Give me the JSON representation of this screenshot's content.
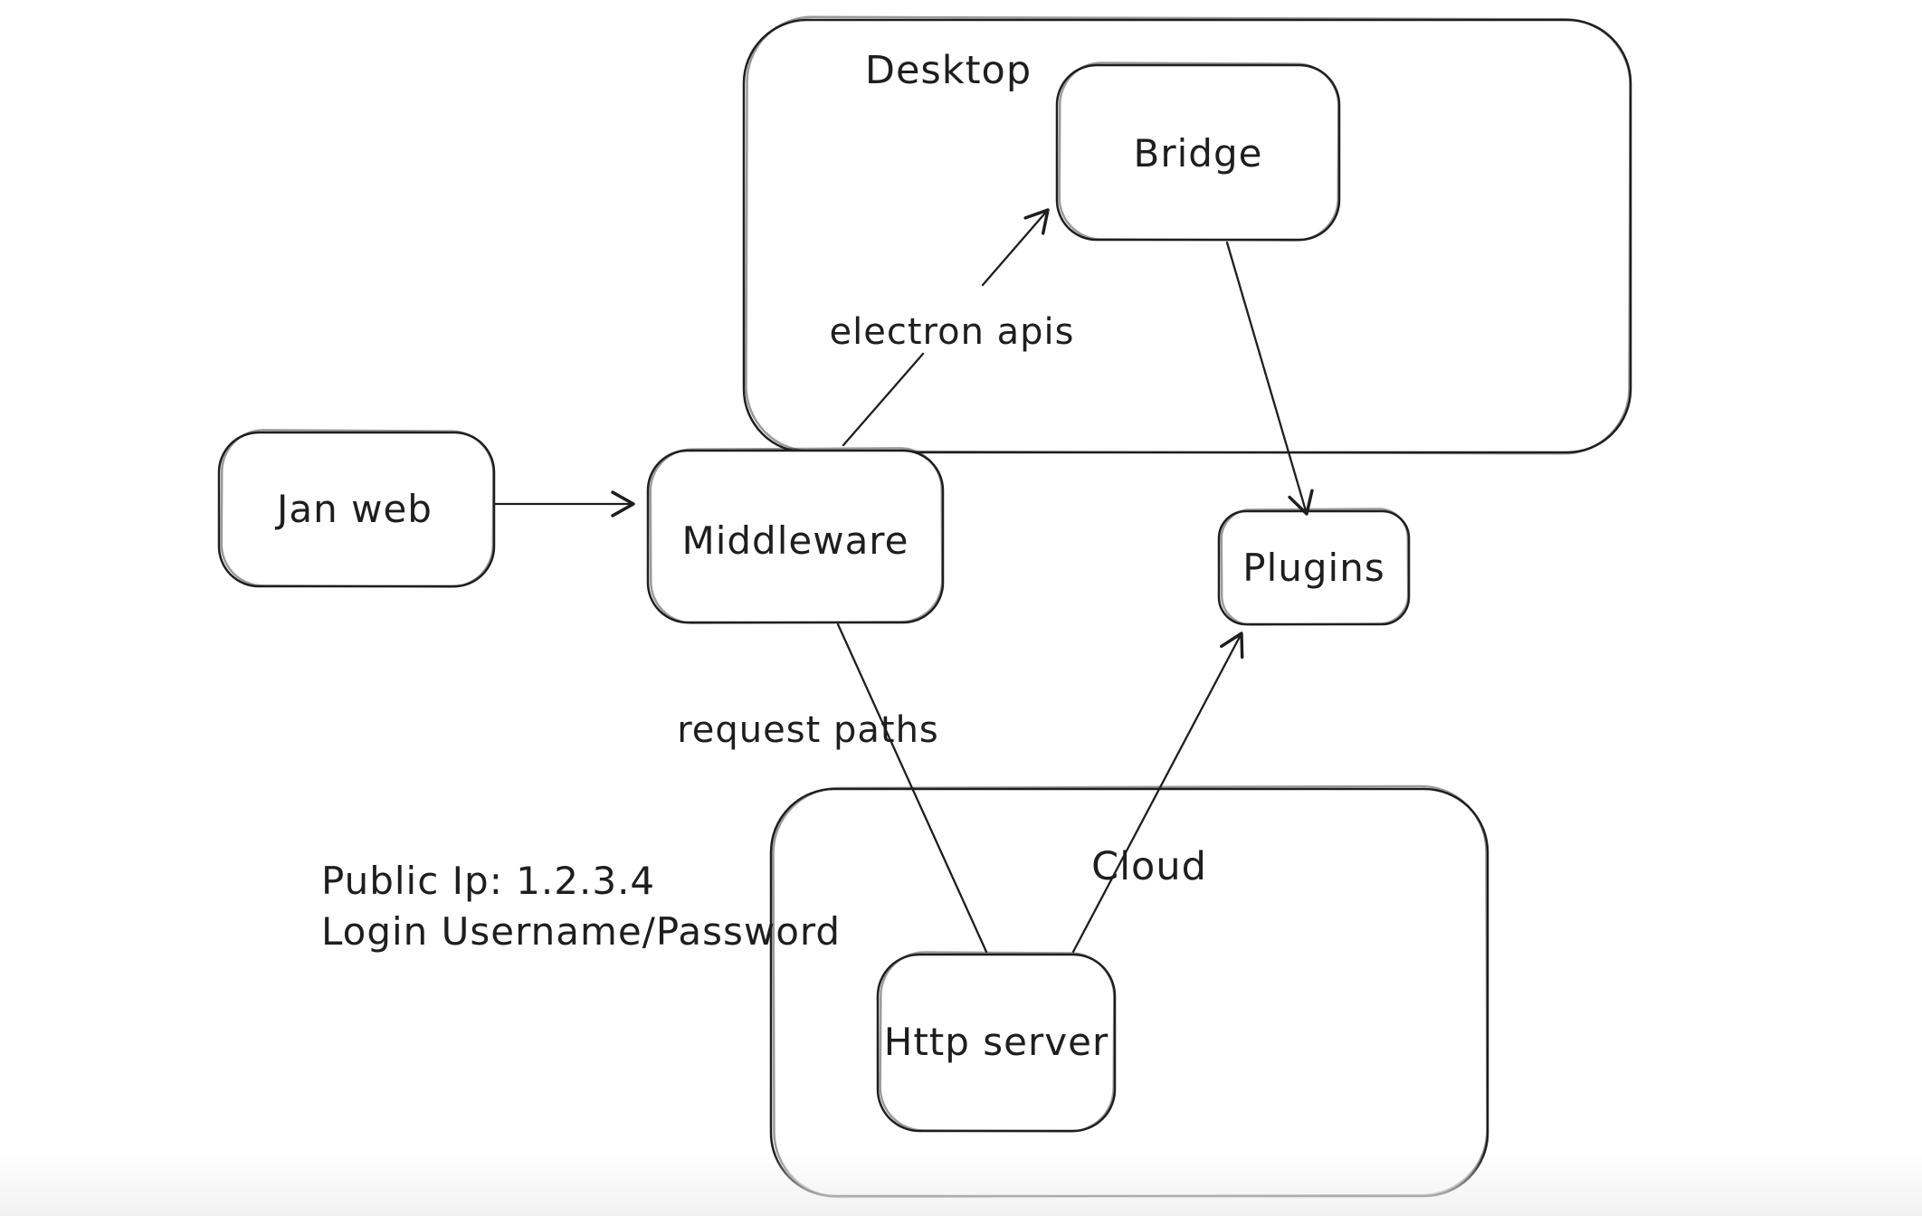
{
  "app": {
    "background": "#ffffff",
    "stroke": "#1e1e1e"
  },
  "diagram": {
    "containers": {
      "desktop": {
        "label": "Desktop"
      },
      "cloud": {
        "label": "Cloud"
      }
    },
    "nodes": {
      "jan_web": {
        "label": "Jan web"
      },
      "middleware": {
        "label": "Middleware"
      },
      "bridge": {
        "label": "Bridge"
      },
      "plugins": {
        "label": "Plugins"
      },
      "http_server": {
        "label": "Http server"
      }
    },
    "edge_labels": {
      "electron_apis": "electron apis",
      "request_paths": "request paths"
    },
    "annotation": {
      "line1": "Public Ip: 1.2.3.4",
      "line2": "Login Username/Password"
    }
  }
}
